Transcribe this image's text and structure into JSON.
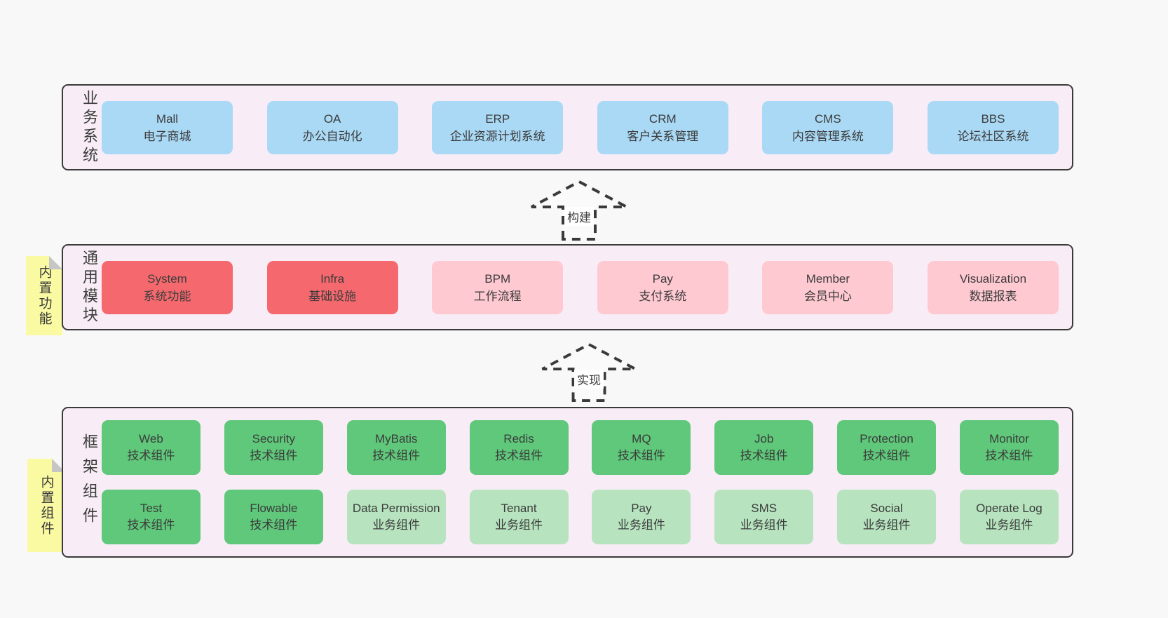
{
  "sections": [
    {
      "label": "业务系统",
      "boxes": [
        {
          "name": "Mall",
          "desc": "电子商城",
          "color": "blue"
        },
        {
          "name": "OA",
          "desc": "办公自动化",
          "color": "blue"
        },
        {
          "name": "ERP",
          "desc": "企业资源计划系统",
          "color": "blue"
        },
        {
          "name": "CRM",
          "desc": "客户关系管理",
          "color": "blue"
        },
        {
          "name": "CMS",
          "desc": "内容管理系统",
          "color": "blue"
        },
        {
          "name": "BBS",
          "desc": "论坛社区系统",
          "color": "blue"
        }
      ]
    },
    {
      "label": "通用模块",
      "sticky": "内置功能",
      "boxes": [
        {
          "name": "System",
          "desc": "系统功能",
          "color": "red"
        },
        {
          "name": "Infra",
          "desc": "基础设施",
          "color": "red"
        },
        {
          "name": "BPM",
          "desc": "工作流程",
          "color": "pink"
        },
        {
          "name": "Pay",
          "desc": "支付系统",
          "color": "pink"
        },
        {
          "name": "Member",
          "desc": "会员中心",
          "color": "pink"
        },
        {
          "name": "Visualization",
          "desc": "数据报表",
          "color": "pink"
        }
      ]
    },
    {
      "label": "框架组件",
      "sticky": "内置组件",
      "rows": [
        [
          {
            "name": "Web",
            "desc": "技术组件",
            "color": "green"
          },
          {
            "name": "Security",
            "desc": "技术组件",
            "color": "green"
          },
          {
            "name": "MyBatis",
            "desc": "技术组件",
            "color": "green"
          },
          {
            "name": "Redis",
            "desc": "技术组件",
            "color": "green"
          },
          {
            "name": "MQ",
            "desc": "技术组件",
            "color": "green"
          },
          {
            "name": "Job",
            "desc": "技术组件",
            "color": "green"
          },
          {
            "name": "Protection",
            "desc": "技术组件",
            "color": "green"
          },
          {
            "name": "Monitor",
            "desc": "技术组件",
            "color": "green"
          }
        ],
        [
          {
            "name": "Test",
            "desc": "技术组件",
            "color": "green"
          },
          {
            "name": "Flowable",
            "desc": "技术组件",
            "color": "green"
          },
          {
            "name": "Data Permission",
            "desc": "业务组件",
            "color": "green-light"
          },
          {
            "name": "Tenant",
            "desc": "业务组件",
            "color": "green-light"
          },
          {
            "name": "Pay",
            "desc": "业务组件",
            "color": "green-light"
          },
          {
            "name": "SMS",
            "desc": "业务组件",
            "color": "green-light"
          },
          {
            "name": "Social",
            "desc": "业务组件",
            "color": "green-light"
          },
          {
            "name": "Operate Log",
            "desc": "业务组件",
            "color": "green-light"
          }
        ]
      ]
    }
  ],
  "arrows": [
    {
      "label": "构建"
    },
    {
      "label": "实现"
    }
  ],
  "colors": {
    "page_bg": "#f8f8f8",
    "band_bg": "#f8edf6",
    "band_border": "#3a3a3a",
    "blue": "#aad9f5",
    "red": "#f5696e",
    "pink": "#ffc9d1",
    "green": "#5fc87a",
    "green_light": "#b7e4bf",
    "sticky_yellow": "#fafaa3",
    "fold_gray": "#c6c6c6",
    "text": "#3b3b3b"
  }
}
